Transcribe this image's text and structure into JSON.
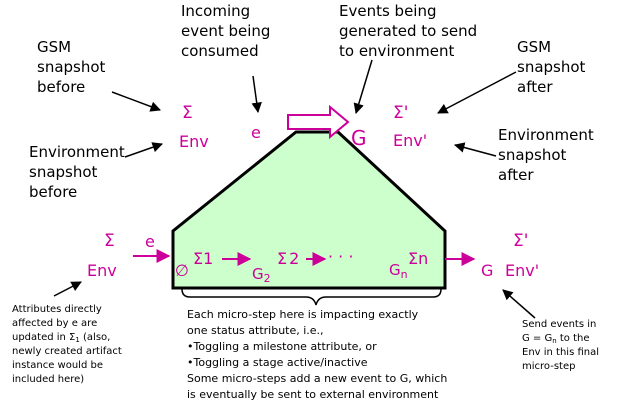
{
  "colors": {
    "accent": "#cc0099",
    "trapezoid_fill": "#ccffcc",
    "line": "#000000"
  },
  "top_labels": {
    "gsm_before": [
      "GSM",
      "snapshot",
      "before"
    ],
    "incoming": [
      "Incoming",
      "event being",
      "consumed"
    ],
    "events_generated": [
      "Events being",
      "generated to send",
      "to environment"
    ],
    "gsm_after": [
      "GSM",
      "snapshot",
      "after"
    ],
    "env_before": [
      "Environment",
      "snapshot",
      "before"
    ],
    "env_after": [
      "Environment",
      "snapshot",
      "after"
    ]
  },
  "symbols": {
    "sigma": "Σ",
    "sigma_prime": "Σ'",
    "env": "Env",
    "env_prime": "Env'",
    "e": "e",
    "g": "G",
    "empty_set": "∅",
    "sigma_1": "Σ1",
    "sigma_2": "Σ2",
    "g2": "G2",
    "gn": "Gn",
    "sigma_n": "Σn",
    "dots": "· · ·"
  },
  "notes": {
    "attributes": [
      "Attributes directly",
      "affected by e are",
      "updated in Σ1 (also,",
      "newly created artifact",
      "instance would be",
      "included here)"
    ],
    "micro_step": [
      "Each micro-step here is impacting exactly",
      "one status attribute, i.e.,",
      "•Toggling a milestone attribute, or",
      "•Toggling a stage active/inactive",
      "Some micro-steps add a new event to G, which",
      "is eventually be sent to external environment"
    ],
    "send_events": [
      "Send events in",
      "G = Gn to the",
      "Env in this final",
      "micro-step"
    ]
  }
}
